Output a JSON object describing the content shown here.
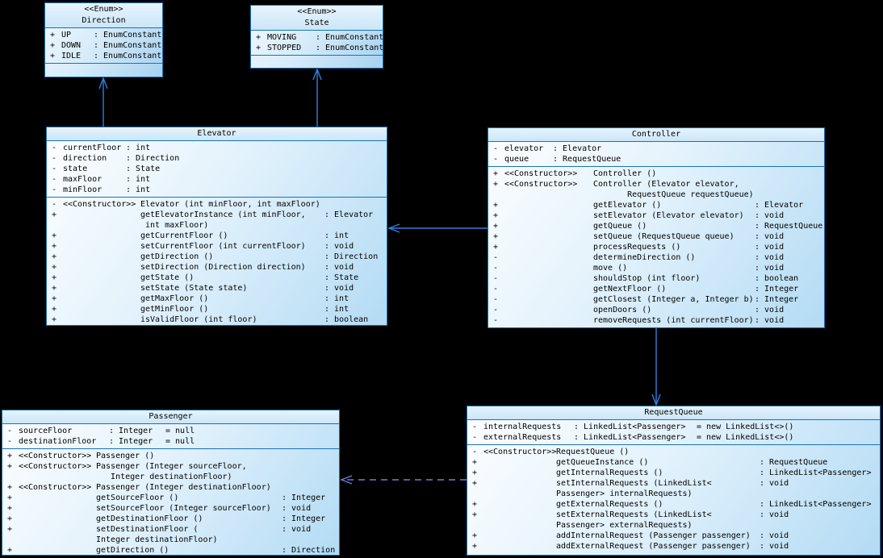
{
  "colors": {
    "background": "#000000",
    "border": "#1873b8",
    "line": "#2f7fe0",
    "dependency": "#7878de",
    "text": "#000000"
  },
  "classes": {
    "direction": {
      "stereotype": "<<Enum>>",
      "name": "Direction",
      "attributes": [
        {
          "v": "+",
          "n": "UP",
          "t": ": EnumConstant"
        },
        {
          "v": "+",
          "n": "DOWN",
          "t": ": EnumConstant"
        },
        {
          "v": "+",
          "n": "IDLE",
          "t": ": EnumConstant"
        }
      ],
      "methods": []
    },
    "state": {
      "stereotype": "<<Enum>>",
      "name": "State",
      "attributes": [
        {
          "v": "+",
          "n": "MOVING",
          "t": ": EnumConstant"
        },
        {
          "v": "+",
          "n": "STOPPED",
          "t": ": EnumConstant"
        }
      ],
      "methods": []
    },
    "elevator": {
      "name": "Elevator",
      "attributes": [
        {
          "v": "-",
          "n": "currentFloor",
          "t": ": int"
        },
        {
          "v": "-",
          "n": "direction",
          "t": ": Direction"
        },
        {
          "v": "-",
          "n": "state",
          "t": ": State"
        },
        {
          "v": "-",
          "n": "maxFloor",
          "t": ": int"
        },
        {
          "v": "-",
          "n": "minFloor",
          "t": ": int"
        }
      ],
      "methods": [
        {
          "v": "-",
          "s": "<<Constructor>>",
          "n": "Elevator (int minFloor, int maxFloor)",
          "r": ""
        },
        {
          "v": "+",
          "s": "",
          "n": "getElevatorInstance (int minFloor,",
          "r": ": Elevator"
        },
        {
          "v": "",
          "s": "",
          "n": " int maxFloor)",
          "r": ""
        },
        {
          "v": "+",
          "s": "",
          "n": "getCurrentFloor ()",
          "r": ": int"
        },
        {
          "v": "+",
          "s": "",
          "n": "setCurrentFloor (int currentFloor)",
          "r": ": void"
        },
        {
          "v": "+",
          "s": "",
          "n": "getDirection ()",
          "r": ": Direction"
        },
        {
          "v": "+",
          "s": "",
          "n": "setDirection (Direction direction)",
          "r": ": void"
        },
        {
          "v": "+",
          "s": "",
          "n": "getState ()",
          "r": ": State"
        },
        {
          "v": "+",
          "s": "",
          "n": "setState (State state)",
          "r": ": void"
        },
        {
          "v": "+",
          "s": "",
          "n": "getMaxFloor ()",
          "r": ": int"
        },
        {
          "v": "+",
          "s": "",
          "n": "getMinFloor ()",
          "r": ": int"
        },
        {
          "v": "+",
          "s": "",
          "n": "isValidFloor (int floor)",
          "r": ": boolean"
        }
      ]
    },
    "controller": {
      "name": "Controller",
      "attributes": [
        {
          "v": "-",
          "n": "elevator",
          "t": ": Elevator"
        },
        {
          "v": "-",
          "n": "queue",
          "t": ": RequestQueue"
        }
      ],
      "methods": [
        {
          "v": "+",
          "s": "<<Constructor>>",
          "n": "Controller ()",
          "r": ""
        },
        {
          "v": "+",
          "s": "<<Constructor>>",
          "n": "Controller (Elevator elevator,",
          "r": ""
        },
        {
          "v": "",
          "s": "",
          "n": "       RequestQueue requestQueue)",
          "r": ""
        },
        {
          "v": "+",
          "s": "",
          "n": "getElevator ()",
          "r": ": Elevator"
        },
        {
          "v": "+",
          "s": "",
          "n": "setElevator (Elevator elevator)",
          "r": ": void"
        },
        {
          "v": "+",
          "s": "",
          "n": "getQueue ()",
          "r": ": RequestQueue"
        },
        {
          "v": "+",
          "s": "",
          "n": "setQueue (RequestQueue queue)",
          "r": ": void"
        },
        {
          "v": "+",
          "s": "",
          "n": "processRequests ()",
          "r": ": void"
        },
        {
          "v": "-",
          "s": "",
          "n": "determineDirection ()",
          "r": ": void"
        },
        {
          "v": "-",
          "s": "",
          "n": "move ()",
          "r": ": void"
        },
        {
          "v": "-",
          "s": "",
          "n": "shouldStop (int floor)",
          "r": ": boolean"
        },
        {
          "v": "-",
          "s": "",
          "n": "getNextFloor ()",
          "r": ": Integer"
        },
        {
          "v": "-",
          "s": "",
          "n": "getClosest (Integer a, Integer b)",
          "r": ": Integer"
        },
        {
          "v": "-",
          "s": "",
          "n": "openDoors ()",
          "r": ": void"
        },
        {
          "v": "-",
          "s": "",
          "n": "removeRequests (int currentFloor)",
          "r": ": void"
        }
      ]
    },
    "passenger": {
      "name": "Passenger",
      "attributes": [
        {
          "v": "-",
          "n": "sourceFloor",
          "t": ": Integer",
          "d": "= null"
        },
        {
          "v": "-",
          "n": "destinationFloor",
          "t": ": Integer",
          "d": "= null"
        }
      ],
      "methods": [
        {
          "v": "+",
          "s": "<<Constructor>>",
          "n": "Passenger ()",
          "r": ""
        },
        {
          "v": "+",
          "s": "<<Constructor>>",
          "n": "Passenger (Integer sourceFloor,",
          "r": ""
        },
        {
          "v": "",
          "s": "",
          "n": "   Integer destinationFloor)",
          "r": ""
        },
        {
          "v": "+",
          "s": "<<Constructor>>",
          "n": "Passenger (Integer destinationFloor)",
          "r": ""
        },
        {
          "v": "+",
          "s": "",
          "n": "getSourceFloor ()",
          "r": ": Integer"
        },
        {
          "v": "+",
          "s": "",
          "n": "setSourceFloor (Integer sourceFloor)",
          "r": ": void"
        },
        {
          "v": "+",
          "s": "",
          "n": "getDestinationFloor ()",
          "r": ": Integer"
        },
        {
          "v": "+",
          "s": "",
          "n": "setDestinationFloor (",
          "r": ": void"
        },
        {
          "v": "",
          "s": "",
          "n": "Integer destinationFloor)",
          "r": ""
        },
        {
          "v": "+",
          "s": "",
          "n": "getDirection ()",
          "r": ": Direction"
        }
      ]
    },
    "requestqueue": {
      "name": "RequestQueue",
      "attributes": [
        {
          "v": "-",
          "n": "internalRequests",
          "t": ": LinkedList<Passenger>",
          "d": "= new LinkedList<>()"
        },
        {
          "v": "-",
          "n": "externalRequests",
          "t": ": LinkedList<Passenger>",
          "d": "= new LinkedList<>()"
        }
      ],
      "methods": [
        {
          "v": "-",
          "s": "<<Constructor>>",
          "n": "RequestQueue ()",
          "r": ""
        },
        {
          "v": "+",
          "s": "",
          "n": "getQueueInstance ()",
          "r": ": RequestQueue"
        },
        {
          "v": "+",
          "s": "",
          "n": "getInternalRequests ()",
          "r": ": LinkedList<Passenger>"
        },
        {
          "v": "+",
          "s": "",
          "n": "setInternalRequests (LinkedList<",
          "r": ": void"
        },
        {
          "v": "",
          "s": "",
          "n": "Passenger> internalRequests)",
          "r": ""
        },
        {
          "v": "+",
          "s": "",
          "n": "getExternalRequests ()",
          "r": ": LinkedList<Passenger>"
        },
        {
          "v": "+",
          "s": "",
          "n": "setExternalRequests (LinkedList<",
          "r": ": void"
        },
        {
          "v": "",
          "s": "",
          "n": "Passenger> externalRequests)",
          "r": ""
        },
        {
          "v": "+",
          "s": "",
          "n": "addInternalRequest (Passenger passenger)",
          "r": ": void"
        },
        {
          "v": "+",
          "s": "",
          "n": "addExternalRequest (Passenger passenger)",
          "r": ": void"
        }
      ]
    }
  },
  "relationships": [
    {
      "from": "Elevator",
      "to": "Direction",
      "type": "association"
    },
    {
      "from": "Elevator",
      "to": "State",
      "type": "association"
    },
    {
      "from": "Controller",
      "to": "Elevator",
      "type": "association"
    },
    {
      "from": "Controller",
      "to": "RequestQueue",
      "type": "association"
    },
    {
      "from": "RequestQueue",
      "to": "Passenger",
      "type": "dependency"
    }
  ]
}
